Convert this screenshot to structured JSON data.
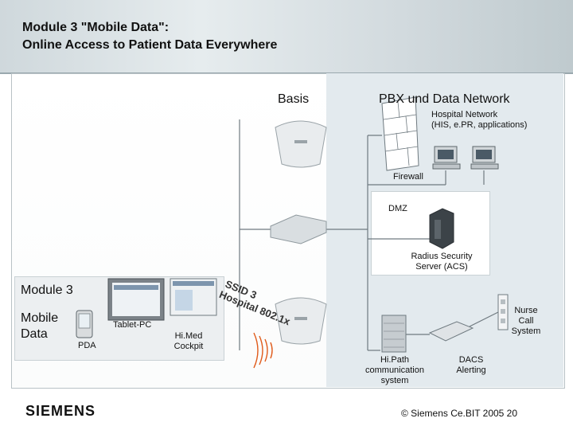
{
  "slide": {
    "title_line1": "Module 3 \"Mobile Data\":",
    "title_line2": "Online Access to Patient Data Everywhere"
  },
  "labels": {
    "basis": "Basis",
    "pbx": "PBX und Data Network",
    "hospital_net_1": "Hospital Network",
    "hospital_net_2": "(HIS, e.PR, applications)",
    "firewall": "Firewall",
    "dmz": "DMZ",
    "radius_1": "Radius Security",
    "radius_2": "Server (ACS)",
    "module3": "Module 3",
    "mobile": "Mobile",
    "data": "Data",
    "pda": "PDA",
    "tablet": "Tablet-PC",
    "himed_1": "Hi.Med",
    "himed_2": "Cockpit",
    "ssid_1": "SSID 3",
    "ssid_2": "Hospital 802.1x",
    "hipath_1": "Hi.Path",
    "hipath_2": "communication",
    "hipath_3": "system",
    "dacs_1": "DACS",
    "dacs_2": "Alerting",
    "nurse_1": "Nurse",
    "nurse_2": "Call",
    "nurse_3": "System"
  },
  "footer": {
    "logo": "SIEMENS",
    "copyright": "© Siemens   Ce.BIT 2005   20"
  },
  "colors": {
    "line": "#6f7a80",
    "panel": "#e3eaee",
    "wifi": "#e05a1a"
  }
}
